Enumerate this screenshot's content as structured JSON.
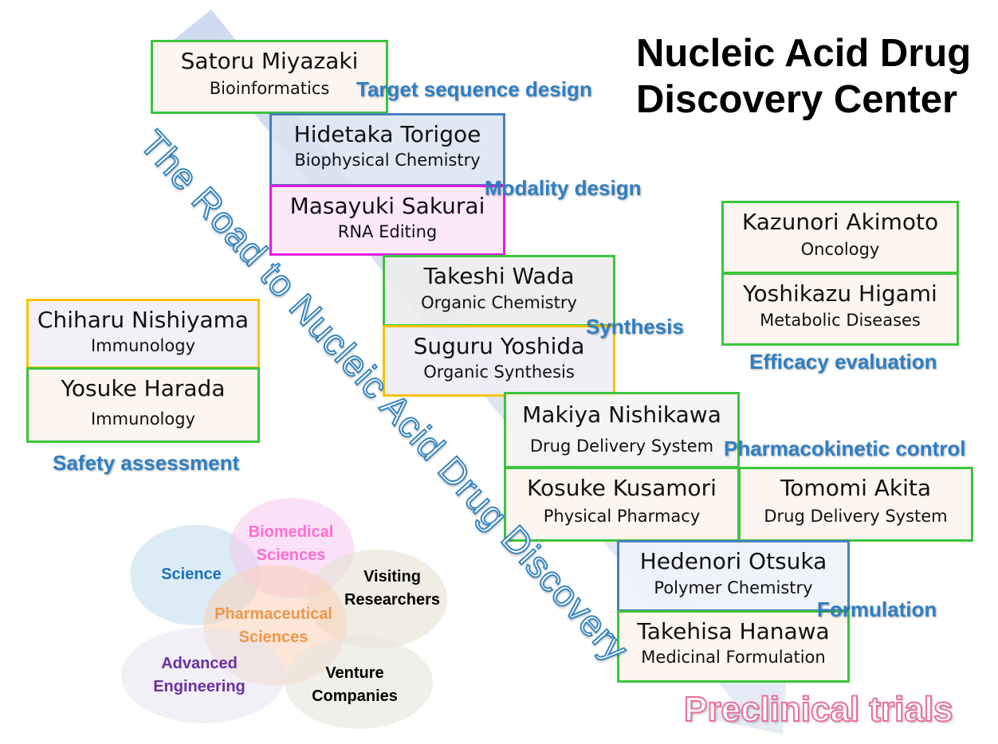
{
  "title": [
    "Nucleic Acid Drug",
    "Discovery Center"
  ],
  "road_label": "The Road to Nucleic Acid Drug Discovery",
  "preclinical_label": "Preclinical trials",
  "stages": {
    "target": "Target sequence design",
    "modality": "Modality design",
    "synthesis": "Synthesis",
    "pk": "Pharmacokinetic control",
    "formulation": "Formulation",
    "efficacy": "Efficacy evaluation",
    "safety": "Safety assessment"
  },
  "researchers": [
    {
      "name": "Satoru Miyazaki",
      "field": "Bioinformatics"
    },
    {
      "name": "Hidetaka Torigoe",
      "field": "Biophysical Chemistry"
    },
    {
      "name": "Masayuki Sakurai",
      "field": "RNA Editing"
    },
    {
      "name": "Takeshi Wada",
      "field": "Organic Chemistry"
    },
    {
      "name": "Suguru Yoshida",
      "field": "Organic Synthesis"
    },
    {
      "name": "Makiya Nishikawa",
      "field": "Drug Delivery System"
    },
    {
      "name": "Kosuke Kusamori",
      "field": "Physical Pharmacy"
    },
    {
      "name": "Tomomi Akita",
      "field": "Drug Delivery System"
    },
    {
      "name": "Hedenori Otsuka",
      "field": "Polymer Chemistry"
    },
    {
      "name": "Takehisa Hanawa",
      "field": "Medicinal Formulation"
    },
    {
      "name": "Kazunori Akimoto",
      "field": "Oncology"
    },
    {
      "name": "Yoshikazu Higami",
      "field": "Metabolic Diseases"
    },
    {
      "name": "Chiharu Nishiyama",
      "field": "Immunology"
    },
    {
      "name": "Yosuke Harada",
      "field": "Immunology"
    }
  ],
  "venn": {
    "science": "Science",
    "biomedical": [
      "Biomedical",
      "Sciences"
    ],
    "visiting": [
      "Visiting",
      "Researchers"
    ],
    "pharmaceutical": [
      "Pharmaceutical",
      "Sciences"
    ],
    "advanced": [
      "Advanced",
      "Engineering"
    ],
    "venture": [
      "Venture",
      "Companies"
    ]
  },
  "colors": {
    "green": "#3cc43c",
    "blue": "#4a7fc0",
    "magenta": "#e01ee0",
    "gold": "#f5c400",
    "stage_text": "#2e7fc4",
    "preclinical": "#e8719a"
  }
}
